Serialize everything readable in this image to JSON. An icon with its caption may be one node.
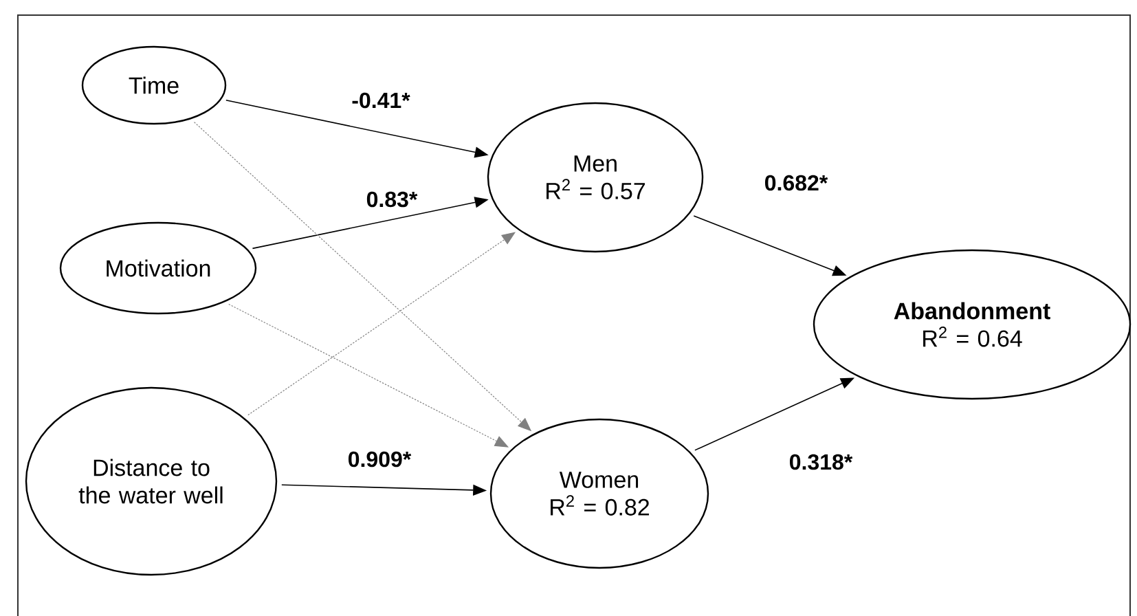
{
  "diagram": {
    "nodes": [
      {
        "text": [
          "Time"
        ]
      },
      {
        "text": [
          "Motivation"
        ]
      },
      {
        "text": [
          "Distance to the water well"
        ]
      },
      {
        "text": [
          "Men",
          "R$^{2}$ = 0.57"
        ]
      },
      {
        "text": [
          "Women",
          "R$^{2}$ = 0.82"
        ]
      },
      {
        "text": [
          "Abandonment",
          "R$^{2}$ = 0.64"
        ]
      }
    ],
    "edges": [
      {
        "from": 0,
        "to": 3,
        "arrow": "to",
        "label": "-0.41*"
      },
      {
        "from": 1,
        "to": 3,
        "arrow": "to",
        "label": "0.83*"
      },
      {
        "from": 2,
        "to": 3,
        "arrow": "to",
        "style": "dashed",
        "color": "#808080"
      },
      {
        "from": 0,
        "to": 4,
        "arrow": "to",
        "style": "dashed",
        "color": "#808080"
      },
      {
        "from": 1,
        "to": 4,
        "arrow": "to",
        "style": "dashed",
        "color": "#808080"
      },
      {
        "from": 2,
        "to": 4,
        "arrow": "to",
        "label": "0.909*"
      },
      {
        "from": 3,
        "to": 5,
        "arrow": "to",
        "label": "0.682*"
      },
      {
        "from": 4,
        "to": 5,
        "arrow": "to",
        "label": "0.318*"
      }
    ]
  }
}
